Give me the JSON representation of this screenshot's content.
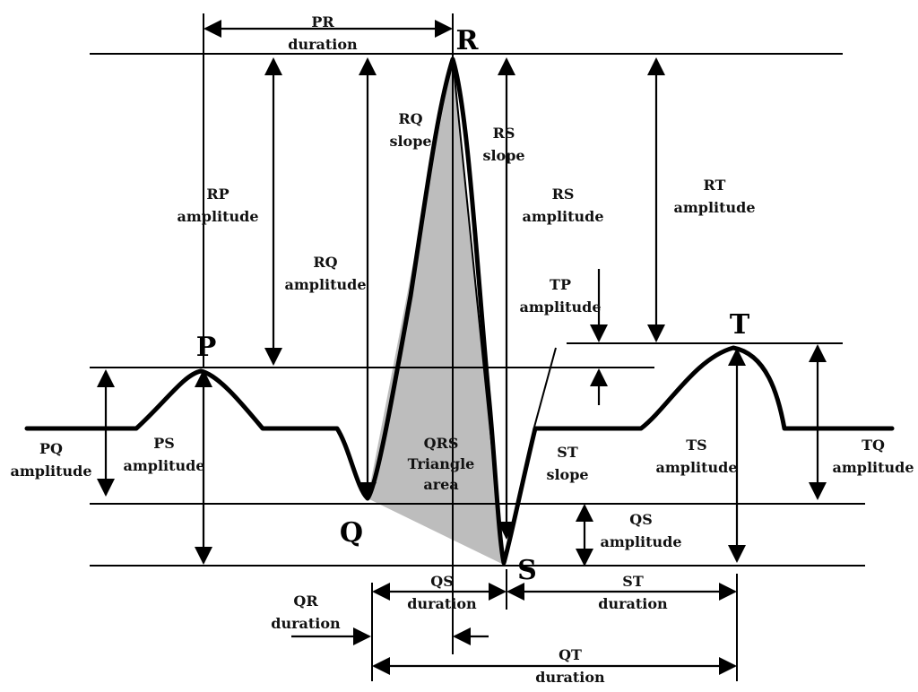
{
  "waves": {
    "p": "P",
    "q": "Q",
    "r": "R",
    "s": "S",
    "t": "T"
  },
  "labels": {
    "pr_duration": [
      "PR",
      "duration"
    ],
    "rp_amplitude": [
      "RP",
      "amplitude"
    ],
    "rq_amplitude": [
      "RQ",
      "amplitude"
    ],
    "rq_slope": [
      "RQ",
      "slope"
    ],
    "rs_slope": [
      "RS",
      "slope"
    ],
    "rs_amplitude": [
      "RS",
      "amplitude"
    ],
    "rt_amplitude": [
      "RT",
      "amplitude"
    ],
    "tp_amplitude": [
      "TP",
      "amplitude"
    ],
    "pq_amplitude": [
      "PQ",
      "amplitude"
    ],
    "ps_amplitude": [
      "PS",
      "amplitude"
    ],
    "qrs_triangle": [
      "QRS",
      "Triangle",
      "area"
    ],
    "st_slope": [
      "ST",
      "slope"
    ],
    "ts_amplitude": [
      "TS",
      "amplitude"
    ],
    "tq_amplitude": [
      "TQ",
      "amplitude"
    ],
    "qs_amplitude": [
      "QS",
      "amplitude"
    ],
    "qs_duration": [
      "QS",
      "duration"
    ],
    "st_duration": [
      "ST",
      "duration"
    ],
    "qr_duration": [
      "QR",
      "duration"
    ],
    "qt_duration": [
      "QT",
      "duration"
    ]
  },
  "colors": {
    "triangle_fill": "#bdbdbd",
    "ink": "#000000"
  }
}
